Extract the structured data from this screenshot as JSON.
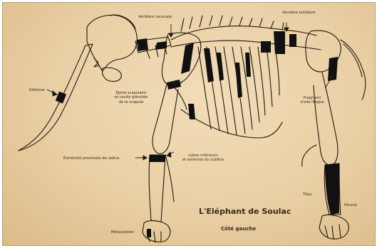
{
  "title": "L'Eléphant de Soulac",
  "subtitle": "Côté gauche",
  "labels": {
    "vertebre_cervicale": "Vertèbre cervicale",
    "vertebre_lombaire": "Vertèbre lombaire",
    "defense": "Défense",
    "epine_l1": "Epine scapulaire",
    "epine_l2": "et cavité glénoïde",
    "epine_l3": "de la scapula",
    "fragment_l1": "Fragment",
    "fragment_l2": "d'aile iliaque",
    "radius": "Extrémité proximale de radius",
    "lobes_l1": "Lobes inférieurs",
    "lobes_l2": "et externes du cubitus",
    "tibia": "Tibia",
    "perone": "Péroné",
    "metacarpien": "Métacarpien"
  },
  "colors": {
    "background": "#eed6ad",
    "bone_outline": "#1e1610",
    "found_bone": "#111111"
  }
}
